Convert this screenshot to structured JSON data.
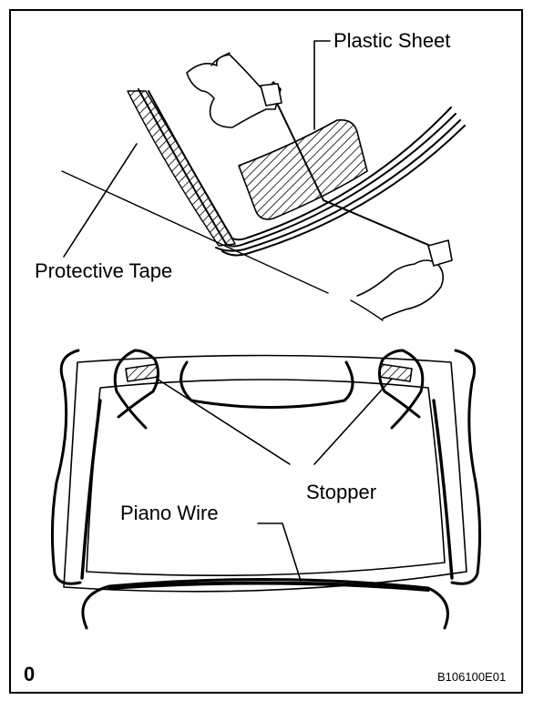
{
  "labels": {
    "plastic_sheet": "Plastic Sheet",
    "protective_tape": "Protective Tape",
    "stopper": "Stopper",
    "piano_wire": "Piano Wire"
  },
  "footer": {
    "corner_mark": "0",
    "figure_code": "B106100E01"
  },
  "colors": {
    "ink": "#000000",
    "paper": "#ffffff"
  }
}
